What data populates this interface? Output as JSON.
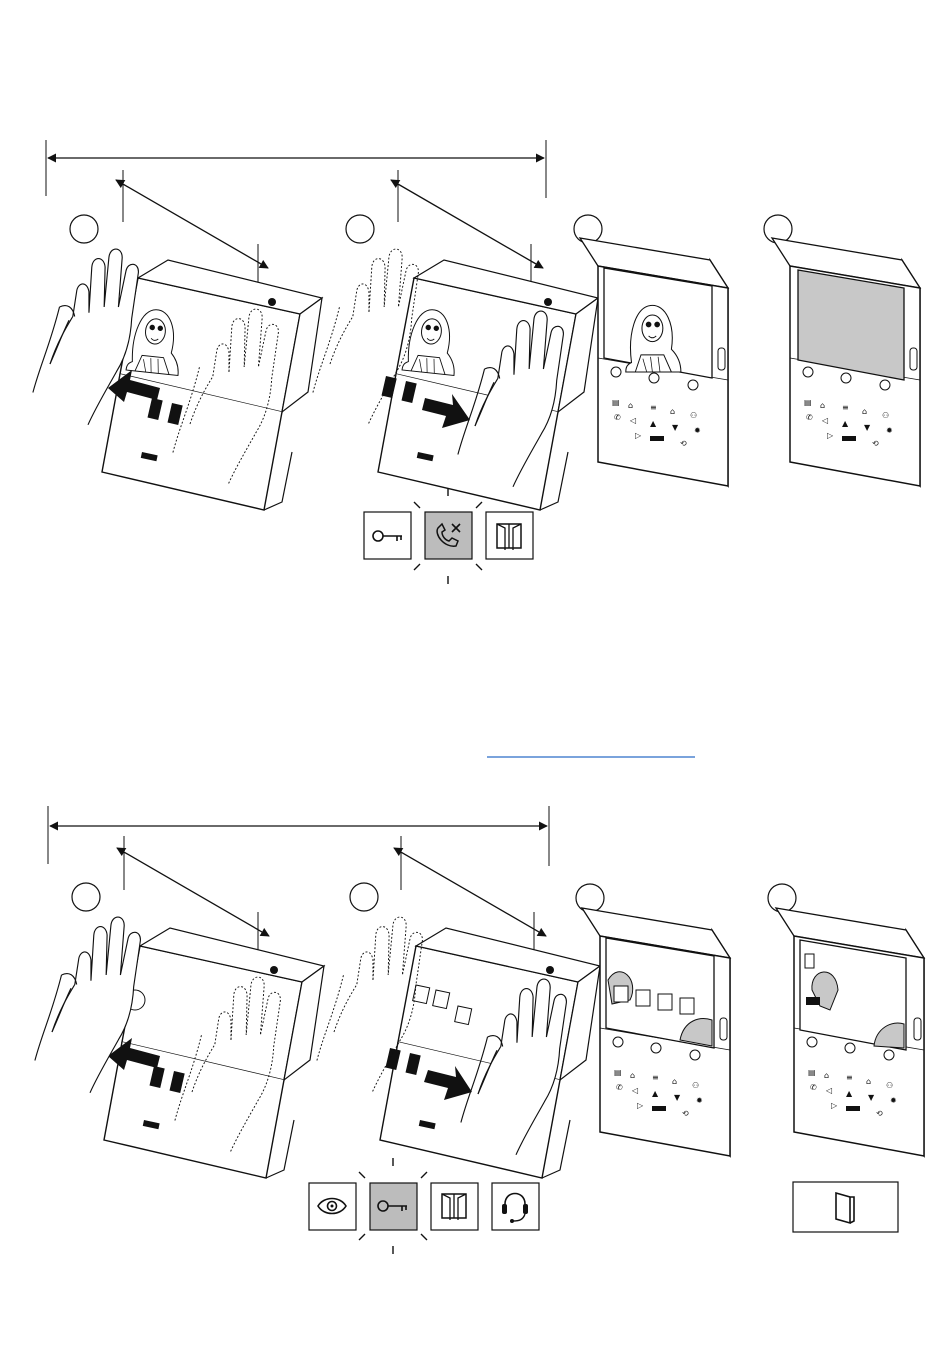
{
  "colors": {
    "line": "#111111",
    "screen_gray": "#c8c8c8",
    "highlight_gray": "#bcbcbc",
    "link_blue": "#2a6cc7"
  },
  "sequences": [
    {
      "name": "top-sequence",
      "steps": [
        {
          "image": "hands-swipe-left-on-monitor-with-video",
          "icons": []
        },
        {
          "image": "hands-swipe-right-on-monitor-with-video",
          "icons": [
            "key-icon",
            "hang-up-icon",
            "door-open-icon"
          ],
          "highlighted": "hang-up-icon"
        },
        {
          "image": "monitor-showing-video-call",
          "icons": []
        },
        {
          "image": "monitor-with-blank-gray-screen",
          "icons": []
        }
      ]
    },
    {
      "name": "bottom-sequence",
      "steps": [
        {
          "image": "hands-swipe-left-on-monitor-with-menu",
          "icons": []
        },
        {
          "image": "hands-swipe-right-on-monitor-with-menu",
          "icons": [
            "eye-icon",
            "key-icon",
            "door-open-icon",
            "headset-icon"
          ],
          "highlighted": "key-icon"
        },
        {
          "image": "monitor-showing-menu-icons",
          "icons": []
        },
        {
          "image": "monitor-showing-standby-screen",
          "icons": [
            "door-icon"
          ]
        }
      ]
    }
  ]
}
